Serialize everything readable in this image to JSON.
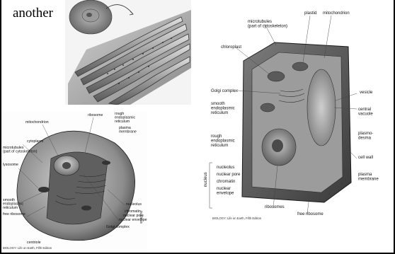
{
  "slide": {
    "fragment_text": "another"
  },
  "er_figure": {
    "description_labels": []
  },
  "animal_cell": {
    "labels": {
      "mitochondrion": "mitochondrion",
      "ribosome": "ribosome",
      "rough_er": "rough\nendoplasmic\nreticulum",
      "plasma_membrane": "plasma\nmembrane",
      "cytoplasm": "cytoplasm",
      "microtubules": "microtubules\n(part of cytoskeleton)",
      "lysosome": "lysosome",
      "smooth_er": "smooth\nendoplasmic\nreticulum",
      "free_ribosome": "free ribosome",
      "centriole": "centriole",
      "nucleolus": "nucleolus",
      "chromatin": "chromatin",
      "nuclear_pore": "nuclear pore",
      "nuclear_envelope": "nuclear envelope",
      "nucleus": "nucleus",
      "golgi": "Golgi complex"
    },
    "credit": "BIOLOGY: Life on Earth, Fifth Edition"
  },
  "plant_cell": {
    "labels": {
      "microtubules": "microtubules\n(part of cytoskeleton)",
      "plastid": "plastid",
      "mitochondrion": "mitochondrion",
      "chloroplast": "chloroplast",
      "vesicle": "vesicle",
      "golgi": "Golgi complex",
      "central_vacuole": "central\nvacuole",
      "smooth_er": "smooth\nendoplasmic\nreticulum",
      "plasmodesma": "plasmo-\ndesma",
      "cell_wall": "cell wall",
      "rough_er": "rough\nendoplasmic\nreticulum",
      "plasma_membrane": "plasma\nmembrane",
      "nucleolus": "nucleolus",
      "nuclear_pore": "nuclear pore",
      "chromatin": "chromatin",
      "nuclear_envelope": "nuclear\nenvelope",
      "nucleus": "nucleus",
      "ribosomes": "ribosomes",
      "free_ribosome": "free ribosome"
    },
    "credit": "BIOLOGY: Life on Earth, Fifth Edition"
  }
}
